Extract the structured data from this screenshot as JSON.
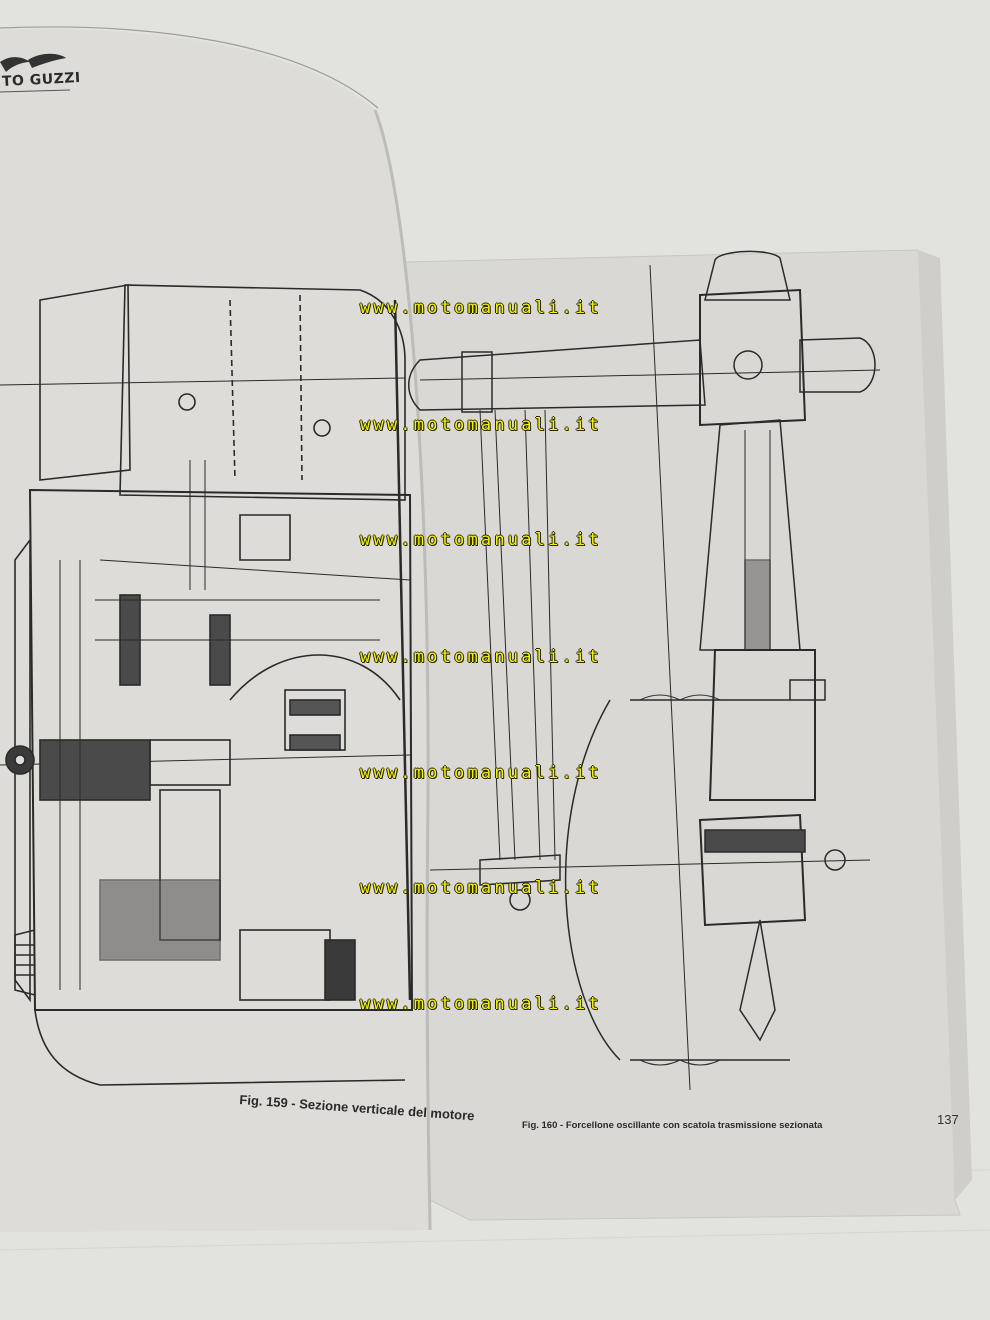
{
  "header": {
    "brand": "TO GUZZI"
  },
  "watermark": {
    "lines": [
      "www.motomanuali.it",
      "www.motomanuali.it",
      "www.motomanuali.it",
      "www.motomanuali.it",
      "www.motomanuali.it",
      "www.motomanuali.it",
      "www.motomanuali.it"
    ]
  },
  "figures": {
    "left_caption": "Fig. 159 - Sezione verticale del motore",
    "right_caption": "Fig. 160 - Forcellone oscillante con scatola trasmissione sezionata"
  },
  "page": {
    "number": "137"
  },
  "icons": {
    "logo": "eagle-logo-icon"
  }
}
